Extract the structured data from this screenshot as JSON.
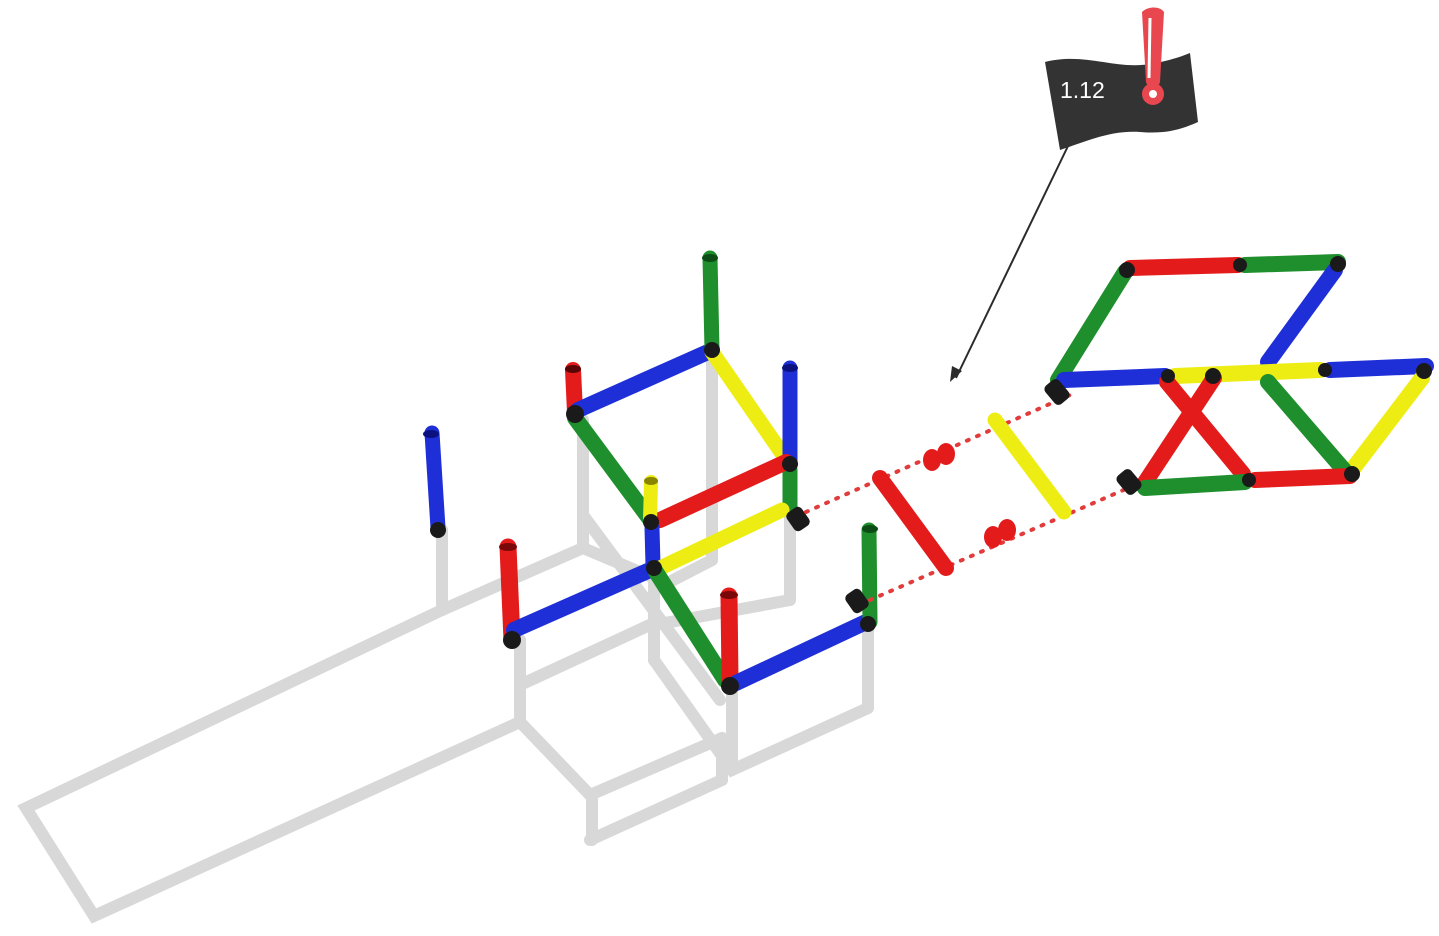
{
  "step": {
    "label": "1.12",
    "callout_icon": "exclamation-flag-icon",
    "callout_color": "#e8474f",
    "flag_color": "#333333"
  },
  "colors": {
    "blue": "#1f2fd8",
    "red": "#e41b1b",
    "green": "#1e8f2c",
    "yellow": "#eded14",
    "gray": "#d6d6d6",
    "joint": "#1a1a1a",
    "dotted_guide": "#e23b3b"
  },
  "parts": {
    "assembled_structure": "pipe-frame-assembly",
    "exploded_sub_frame": "rectangular-frame-with-cross-brace",
    "connector_parts": [
      "red-short-pipe",
      "yellow-short-pipe",
      "red-coupling-upper",
      "red-coupling-lower"
    ]
  }
}
